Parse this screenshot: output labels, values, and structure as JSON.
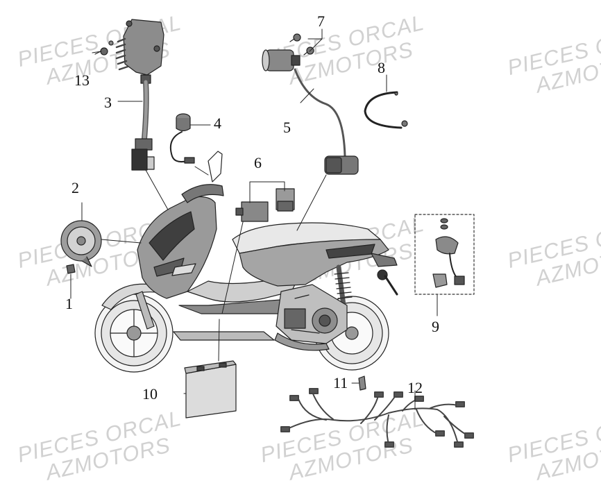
{
  "watermark": {
    "line1": "PIECES ORCAL",
    "line2": "AZMOTORS"
  },
  "callouts": [
    {
      "id": "1",
      "label": "1"
    },
    {
      "id": "2",
      "label": "2"
    },
    {
      "id": "3",
      "label": "3"
    },
    {
      "id": "4",
      "label": "4"
    },
    {
      "id": "5",
      "label": "5"
    },
    {
      "id": "6",
      "label": "6"
    },
    {
      "id": "7",
      "label": "7"
    },
    {
      "id": "8",
      "label": "8"
    },
    {
      "id": "9",
      "label": "9"
    },
    {
      "id": "10",
      "label": "10"
    },
    {
      "id": "11",
      "label": "11"
    },
    {
      "id": "12",
      "label": "12"
    },
    {
      "id": "13",
      "label": "13"
    }
  ]
}
